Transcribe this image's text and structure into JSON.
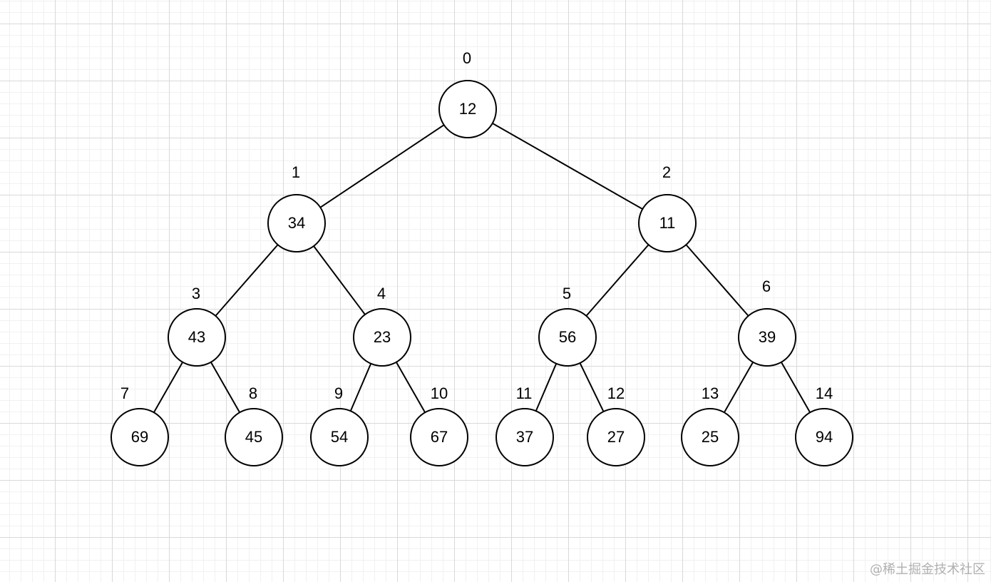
{
  "diagram": {
    "type": "binary-tree",
    "nodes": [
      {
        "index": "0",
        "value": "12"
      },
      {
        "index": "1",
        "value": "34"
      },
      {
        "index": "2",
        "value": "11"
      },
      {
        "index": "3",
        "value": "43"
      },
      {
        "index": "4",
        "value": "23"
      },
      {
        "index": "5",
        "value": "56"
      },
      {
        "index": "6",
        "value": "39"
      },
      {
        "index": "7",
        "value": "69"
      },
      {
        "index": "8",
        "value": "45"
      },
      {
        "index": "9",
        "value": "54"
      },
      {
        "index": "10",
        "value": "67"
      },
      {
        "index": "11",
        "value": "37"
      },
      {
        "index": "12",
        "value": "27"
      },
      {
        "index": "13",
        "value": "25"
      },
      {
        "index": "14",
        "value": "94"
      }
    ],
    "edges": [
      [
        "0",
        "1"
      ],
      [
        "0",
        "2"
      ],
      [
        "1",
        "3"
      ],
      [
        "1",
        "4"
      ],
      [
        "2",
        "5"
      ],
      [
        "2",
        "6"
      ],
      [
        "3",
        "7"
      ],
      [
        "3",
        "8"
      ],
      [
        "4",
        "9"
      ],
      [
        "4",
        "10"
      ],
      [
        "5",
        "11"
      ],
      [
        "5",
        "12"
      ],
      [
        "6",
        "13"
      ],
      [
        "6",
        "14"
      ]
    ]
  },
  "watermark": {
    "text": "@稀土掘金技术社区"
  }
}
